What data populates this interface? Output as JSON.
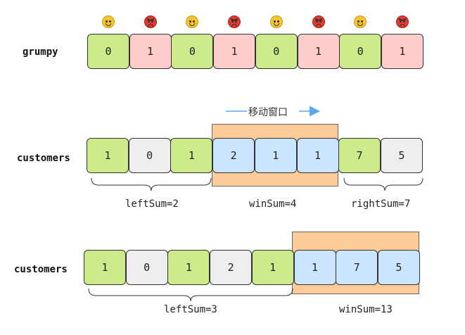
{
  "rows": {
    "grumpy": {
      "label": "grumpy",
      "cells": [
        {
          "value": "0",
          "color": "green",
          "mood": "happy"
        },
        {
          "value": "1",
          "color": "pink",
          "mood": "angry"
        },
        {
          "value": "0",
          "color": "green",
          "mood": "happy"
        },
        {
          "value": "1",
          "color": "pink",
          "mood": "angry"
        },
        {
          "value": "0",
          "color": "green",
          "mood": "happy"
        },
        {
          "value": "1",
          "color": "pink",
          "mood": "angry"
        },
        {
          "value": "0",
          "color": "green",
          "mood": "happy"
        },
        {
          "value": "1",
          "color": "pink",
          "mood": "angry"
        }
      ]
    },
    "customers1": {
      "label": "customers",
      "window_caption": "移动窗口",
      "cells": [
        {
          "value": "1",
          "color": "green"
        },
        {
          "value": "0",
          "color": "gray"
        },
        {
          "value": "1",
          "color": "green"
        },
        {
          "value": "2",
          "color": "blue"
        },
        {
          "value": "1",
          "color": "blue"
        },
        {
          "value": "1",
          "color": "blue"
        },
        {
          "value": "7",
          "color": "green"
        },
        {
          "value": "5",
          "color": "gray"
        }
      ],
      "braces": {
        "left": "leftSum=2",
        "window": "winSum=4",
        "right": "rightSum=7"
      }
    },
    "customers2": {
      "label": "customers",
      "cells": [
        {
          "value": "1",
          "color": "green"
        },
        {
          "value": "0",
          "color": "gray"
        },
        {
          "value": "1",
          "color": "green"
        },
        {
          "value": "2",
          "color": "gray"
        },
        {
          "value": "1",
          "color": "green"
        },
        {
          "value": "1",
          "color": "blue"
        },
        {
          "value": "7",
          "color": "blue"
        },
        {
          "value": "5",
          "color": "blue"
        }
      ],
      "braces": {
        "left": "leftSum=3",
        "window": "winSum=13"
      }
    }
  },
  "colors": {
    "green": "#cdeb8b",
    "pink": "#ffcccc",
    "gray": "#eeeeee",
    "blue": "#cce5ff",
    "window": "#ffcc99",
    "arrow": "#5aa7ee"
  }
}
